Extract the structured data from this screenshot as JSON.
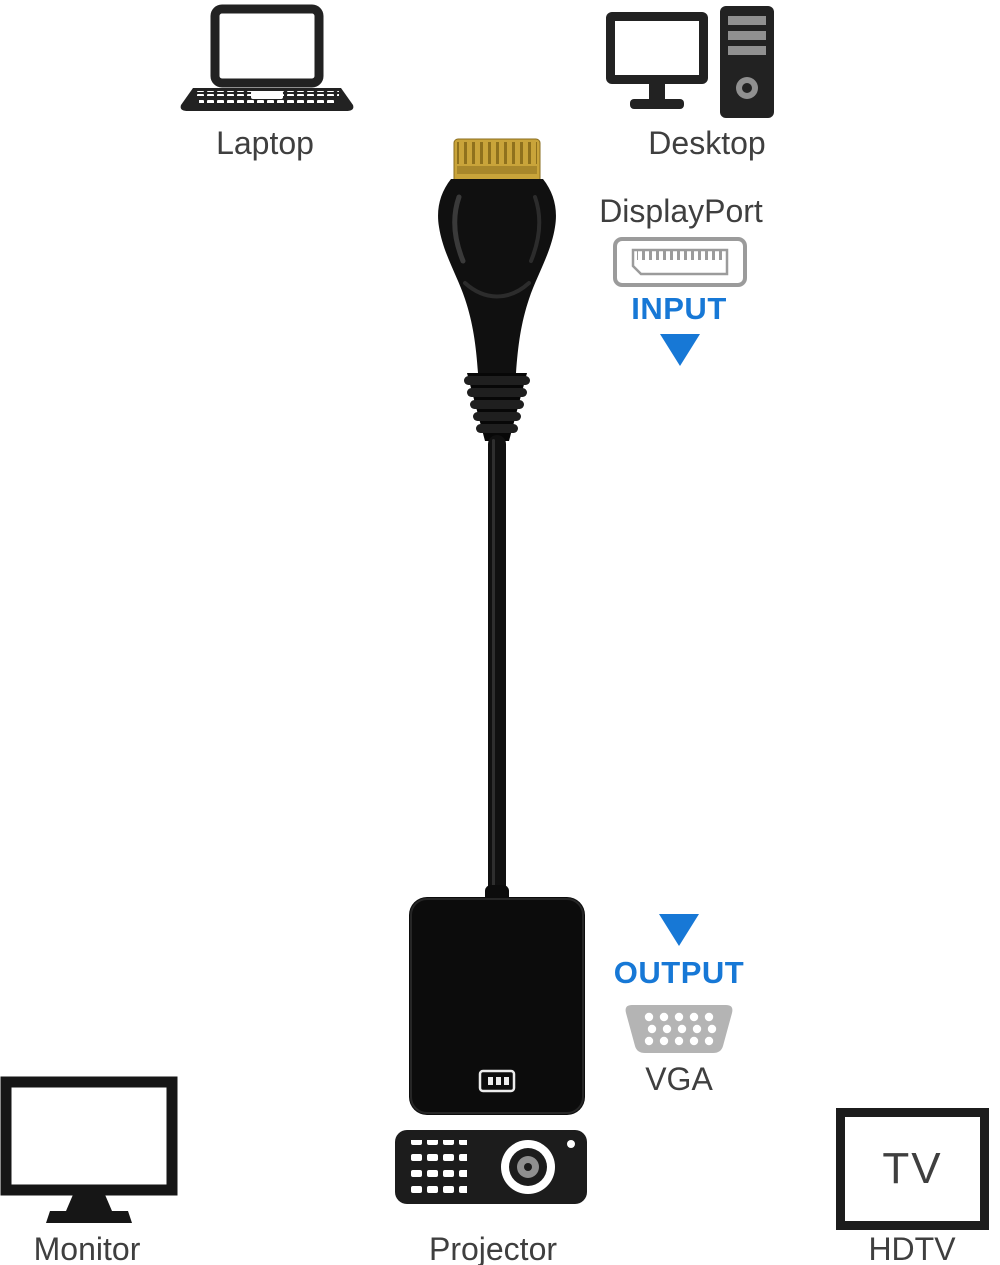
{
  "labels": {
    "laptop": "Laptop",
    "desktop": "Desktop",
    "displayport": "DisplayPort",
    "input": "INPUT",
    "output": "OUTPUT",
    "vga": "VGA",
    "monitor": "Monitor",
    "projector": "Projector",
    "tv": "TV",
    "hdtv": "HDTV"
  },
  "colors": {
    "accent_blue": "#1778d6",
    "label_gray": "#3f3f3f",
    "icon_dark": "#202020",
    "icon_gray": "#9b9b9b",
    "connector_gold": "#c9a43a",
    "background": "#ffffff"
  },
  "icons": {
    "laptop-icon": "svg-shape",
    "desktop-icon": "svg-shape",
    "displayport-connector-icon": "svg-outline",
    "input-arrow-icon": "css-triangle-down",
    "output-arrow-icon": "css-triangle-down",
    "adapter-image": "svg-illustration-displayport-to-vga-adapter",
    "vga-connector-icon": "svg-shape",
    "monitor-icon": "svg-shape",
    "projector-icon": "svg-shape",
    "tv-icon": "css-outline-box"
  }
}
